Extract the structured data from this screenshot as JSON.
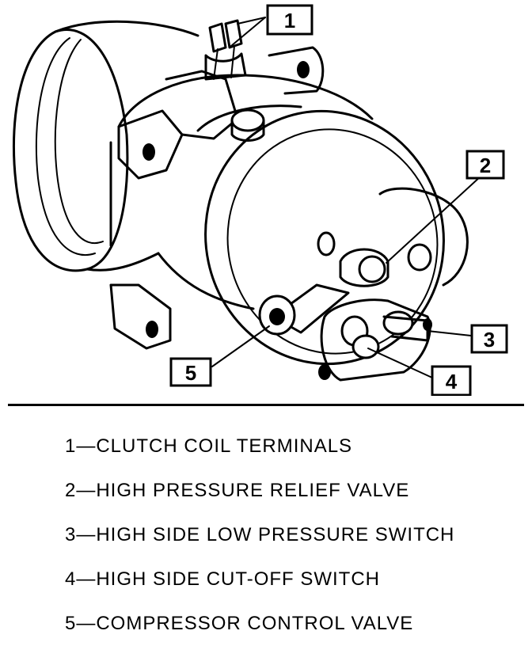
{
  "callouts": [
    "1",
    "2",
    "3",
    "4",
    "5"
  ],
  "legend": [
    "1—CLUTCH COIL TERMINALS",
    "2—HIGH PRESSURE RELIEF VALVE",
    "3—HIGH SIDE LOW PRESSURE SWITCH",
    "4—HIGH SIDE CUT-OFF SWITCH",
    "5—COMPRESSOR CONTROL VALVE"
  ]
}
